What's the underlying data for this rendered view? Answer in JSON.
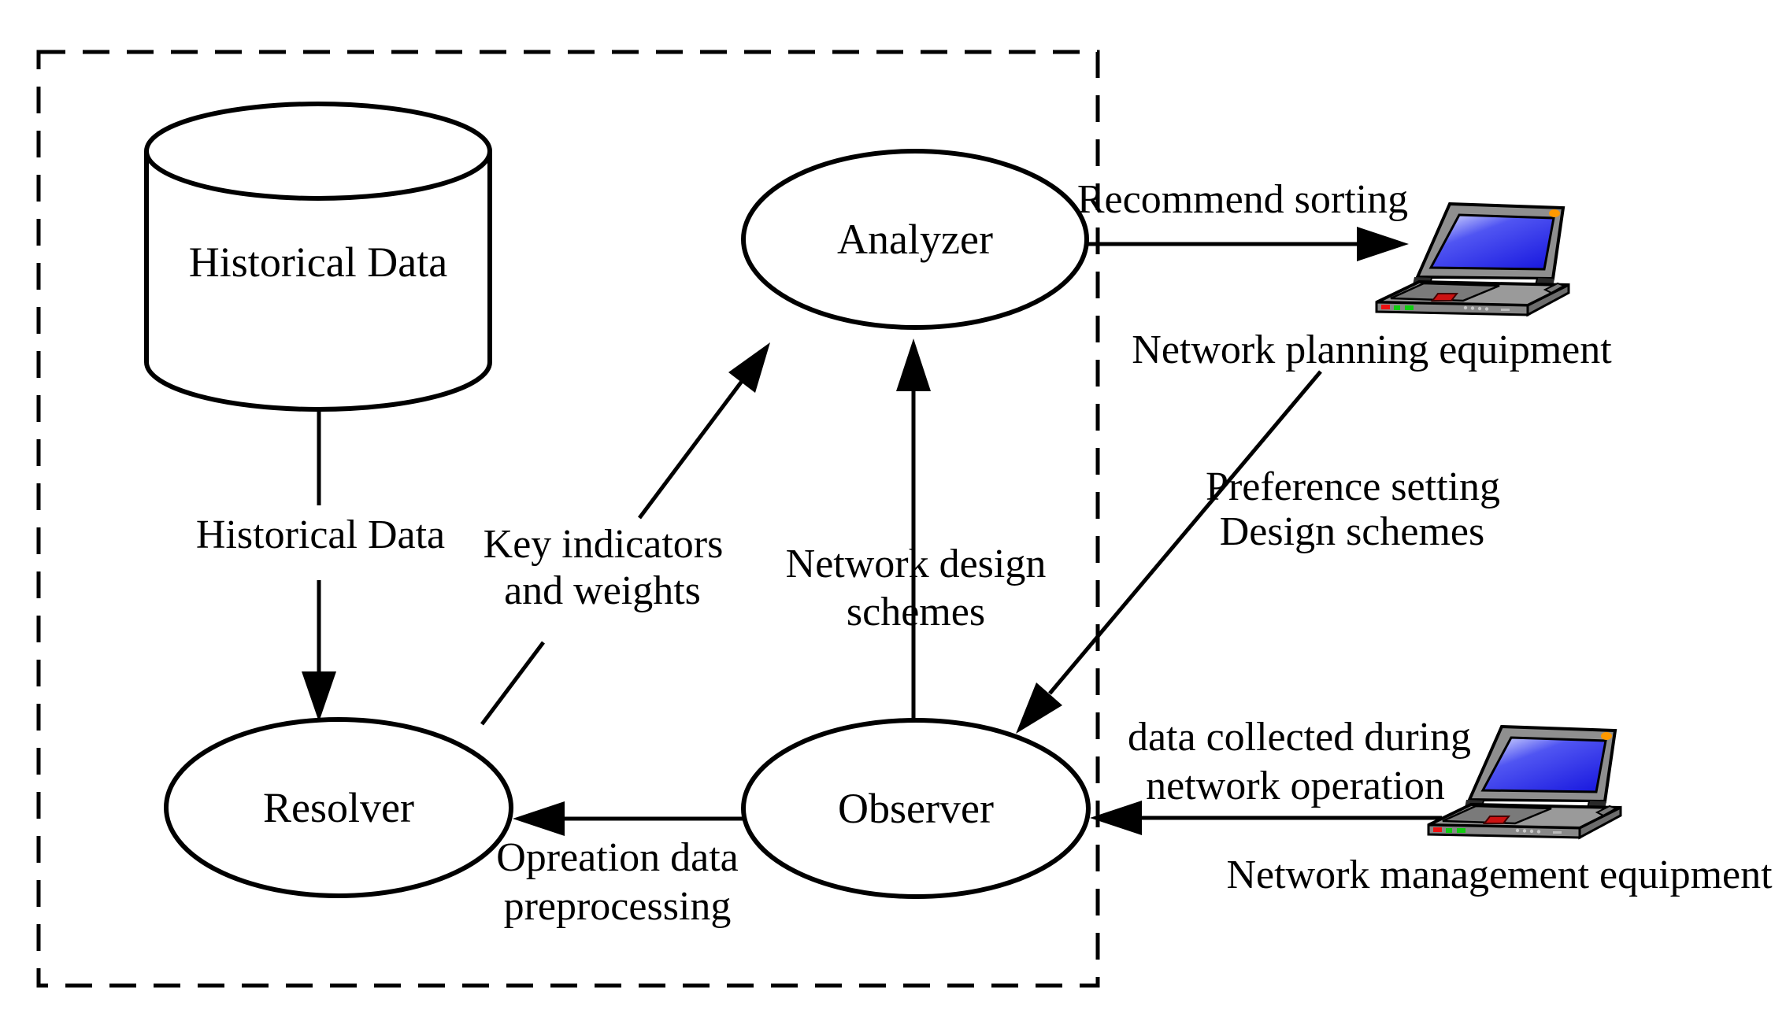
{
  "diagram": {
    "boundary": {
      "description": "dashed system boundary box"
    },
    "nodes": {
      "database": {
        "label": "Historical Data",
        "type": "cylinder"
      },
      "analyzer": {
        "label": "Analyzer",
        "type": "ellipse"
      },
      "resolver": {
        "label": "Resolver",
        "type": "ellipse"
      },
      "observer": {
        "label": "Observer",
        "type": "ellipse"
      }
    },
    "external": {
      "planning": {
        "label": "Network planning equipment",
        "icon": "laptop-icon"
      },
      "management": {
        "label": "Network management equipment",
        "icon": "laptop-icon"
      }
    },
    "edges": {
      "historical": {
        "from": "database",
        "to": "resolver",
        "label": "Historical Data"
      },
      "key": {
        "from": "resolver",
        "to": "analyzer",
        "line1": "Key indicators",
        "line2": "and weights"
      },
      "design": {
        "from": "observer",
        "to": "analyzer",
        "line1": "Network design",
        "line2": "schemes"
      },
      "recommend": {
        "from": "analyzer",
        "to": "planning",
        "label": "Recommend sorting"
      },
      "preference": {
        "from": "planning",
        "to": "observer",
        "line1": "Preference setting",
        "line2": "Design schemes"
      },
      "data_collected": {
        "from": "management",
        "to": "observer",
        "line1": "data collected during",
        "line2": "network operation"
      },
      "opreation": {
        "from": "observer",
        "to": "resolver",
        "line1": "Opreation data",
        "line2": "preprocessing"
      }
    },
    "colors": {
      "line_black": "#000000",
      "screen_light": "#e6eaff",
      "screen_mid": "#5055f2",
      "screen_deep": "#1c1ce0",
      "indicator_orange": "#ff9900",
      "button_red": "#cc1111",
      "led_red": "#ee1111",
      "led_green": "#11cc11",
      "laptop_gray": "#8f8f8f"
    }
  }
}
